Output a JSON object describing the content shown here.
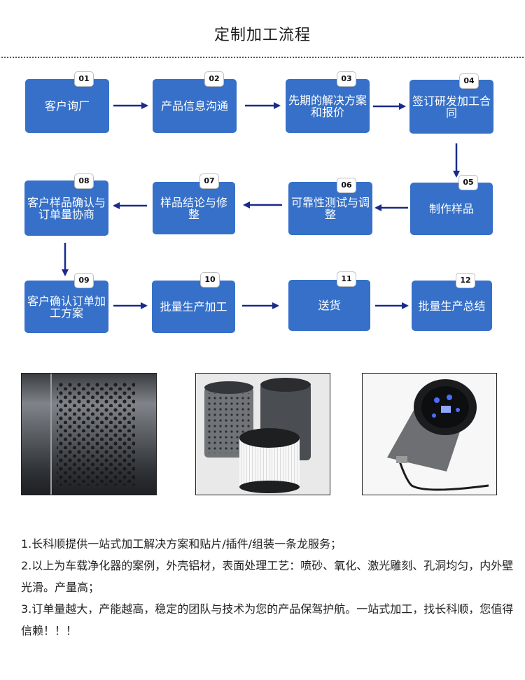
{
  "title": "定制加工流程",
  "steps": [
    {
      "num": "01",
      "label": "客户询厂"
    },
    {
      "num": "02",
      "label": "产品信息沟通"
    },
    {
      "num": "03",
      "label": "先期的解决方案和报价"
    },
    {
      "num": "04",
      "label": "签订研发加工合同"
    },
    {
      "num": "05",
      "label": "制作样品"
    },
    {
      "num": "06",
      "label": "可靠性测试与调整"
    },
    {
      "num": "07",
      "label": "样品结论与修整"
    },
    {
      "num": "08",
      "label": "客户样品确认与订单量协商"
    },
    {
      "num": "09",
      "label": "客户确认订单加工方案"
    },
    {
      "num": "10",
      "label": "批量生产加工"
    },
    {
      "num": "11",
      "label": "送货"
    },
    {
      "num": "12",
      "label": "批量生产总结"
    }
  ],
  "colors": {
    "step_bg": "#3670c8",
    "arrow": "#1a2a8c"
  },
  "photos": [
    {
      "name": "perforated-aluminum-tube"
    },
    {
      "name": "housing-and-filter"
    },
    {
      "name": "car-air-purifier"
    }
  ],
  "notes": [
    "1.长科顺提供一站式加工解决方案和贴片/插件/组装一条龙服务；",
    "2.以上为车载净化器的案例，外壳铝材，表面处理工艺：喷砂、氧化、激光雕刻、孔洞均匀，内外壁光滑。产量高；",
    "3.订单量越大，产能越高，稳定的团队与技术为您的产品保驾护航。一站式加工，找长科顺，您值得信赖！！！"
  ]
}
